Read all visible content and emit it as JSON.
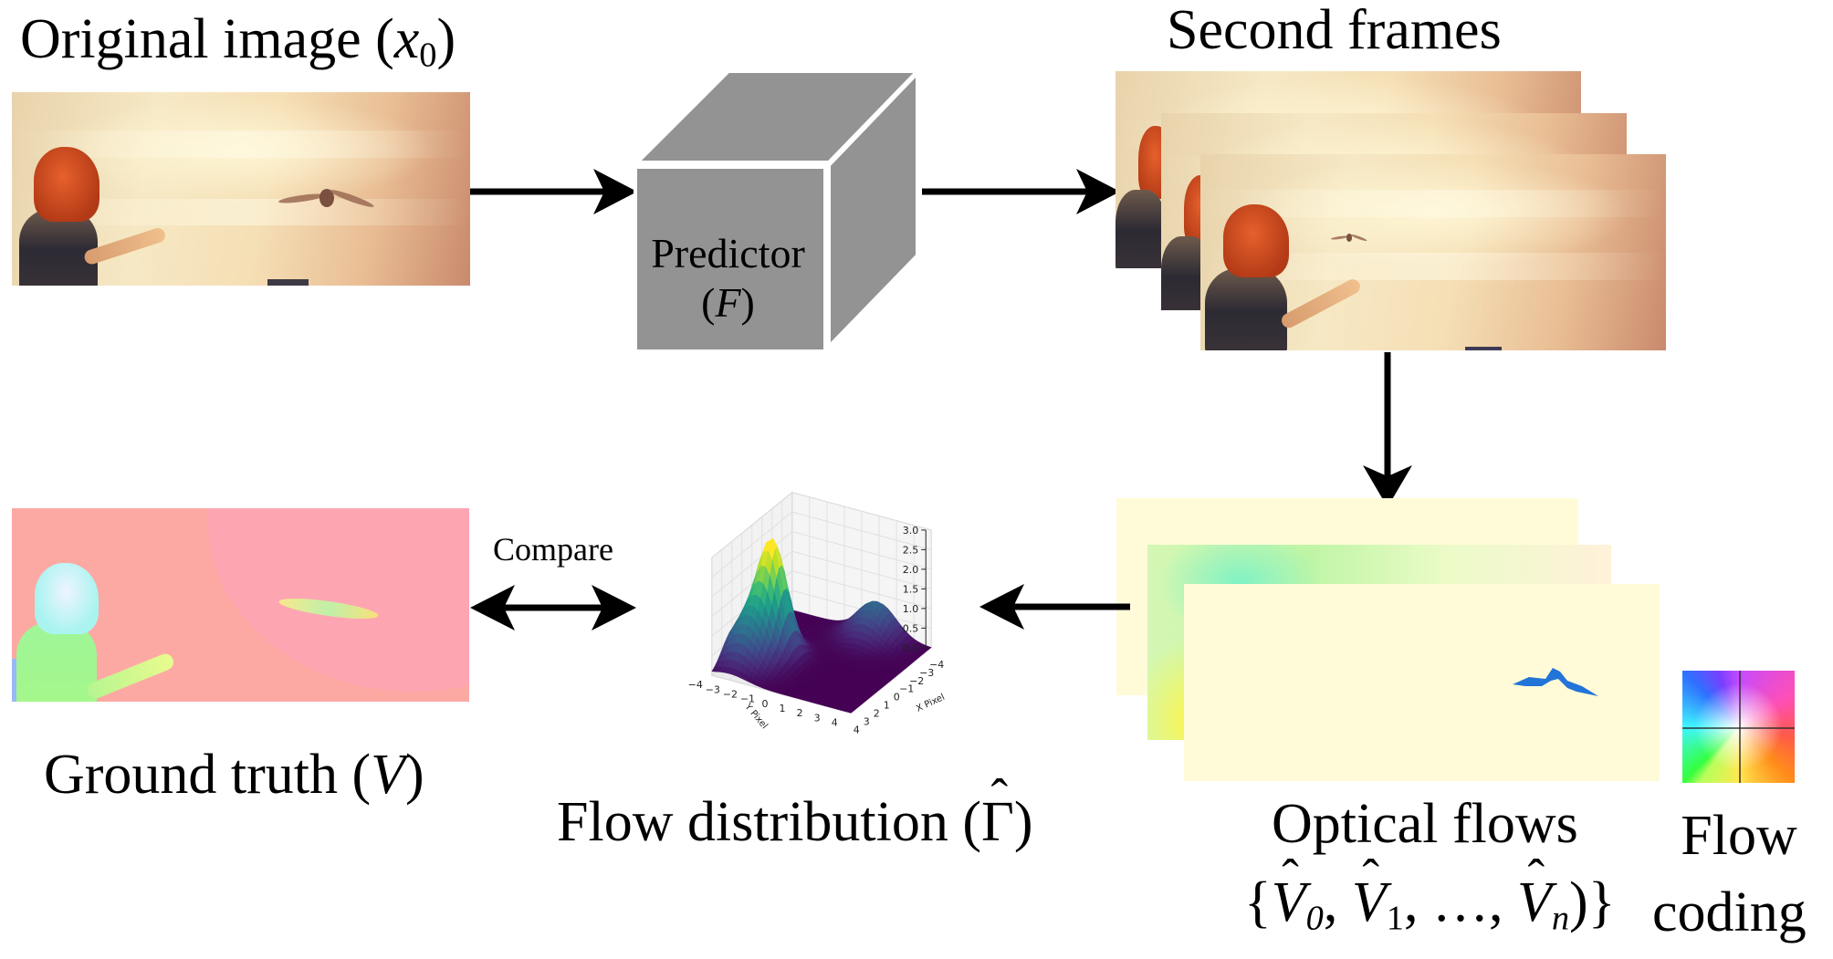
{
  "labels": {
    "original_image": {
      "text": "Original image (",
      "symbol": "x",
      "subscript": "0",
      "close": ")"
    },
    "predictor": {
      "line1": "Predictor",
      "symbol_open": "(",
      "symbol": "F",
      "symbol_close": ")"
    },
    "second_frames": "Second frames",
    "ground_truth": {
      "text": "Ground truth (",
      "symbol": "V",
      "close": ")"
    },
    "compare": "Compare",
    "flow_distribution": {
      "text": "Flow distribution (",
      "symbol": "Γ",
      "close": ")"
    },
    "optical_flows": {
      "line1": "Optical flows",
      "set_open": "{",
      "v": "V",
      "sub0": "0",
      "sub1": "1",
      "subn": "n",
      "sep": ", ",
      "ellipsis": "…",
      "close": ")}"
    },
    "flow_coding": {
      "line1": "Flow",
      "line2": "coding"
    }
  },
  "colors": {
    "predictor_gray": "#939393",
    "ground_truth_bg": "#fda9a3",
    "optical_flow_bg": "#fffbd8",
    "arrow": "#000000"
  },
  "stacks": {
    "second_frames_count": 3,
    "optical_flows_count": 3
  },
  "chart_data": {
    "type": "surface3d",
    "title": "",
    "xlabel": "X Pixel",
    "ylabel": "Y Pixel",
    "zlabel": "",
    "x_ticks": [
      "4",
      "3",
      "2",
      "1",
      "0",
      "−1",
      "−2",
      "−3",
      "−4"
    ],
    "y_ticks": [
      "−4",
      "−3",
      "−2",
      "−1",
      "0",
      "1",
      "2",
      "3",
      "4"
    ],
    "z_ticks": [
      "0.0",
      "0.5",
      "1.0",
      "1.5",
      "2.0",
      "2.5",
      "3.0"
    ],
    "xlim": [
      -4,
      4
    ],
    "ylim": [
      -4,
      4
    ],
    "zlim": [
      0,
      3
    ],
    "colormap": "viridis",
    "grid": true,
    "peaks": [
      {
        "x": 0.5,
        "y": -2.5,
        "z": 2.6,
        "note": "main peak"
      },
      {
        "x": 2.0,
        "y": -3.0,
        "z": 1.2,
        "note": "secondary peak"
      },
      {
        "x": -3.5,
        "y": 1.0,
        "z": 0.9,
        "note": "side peak"
      }
    ]
  }
}
